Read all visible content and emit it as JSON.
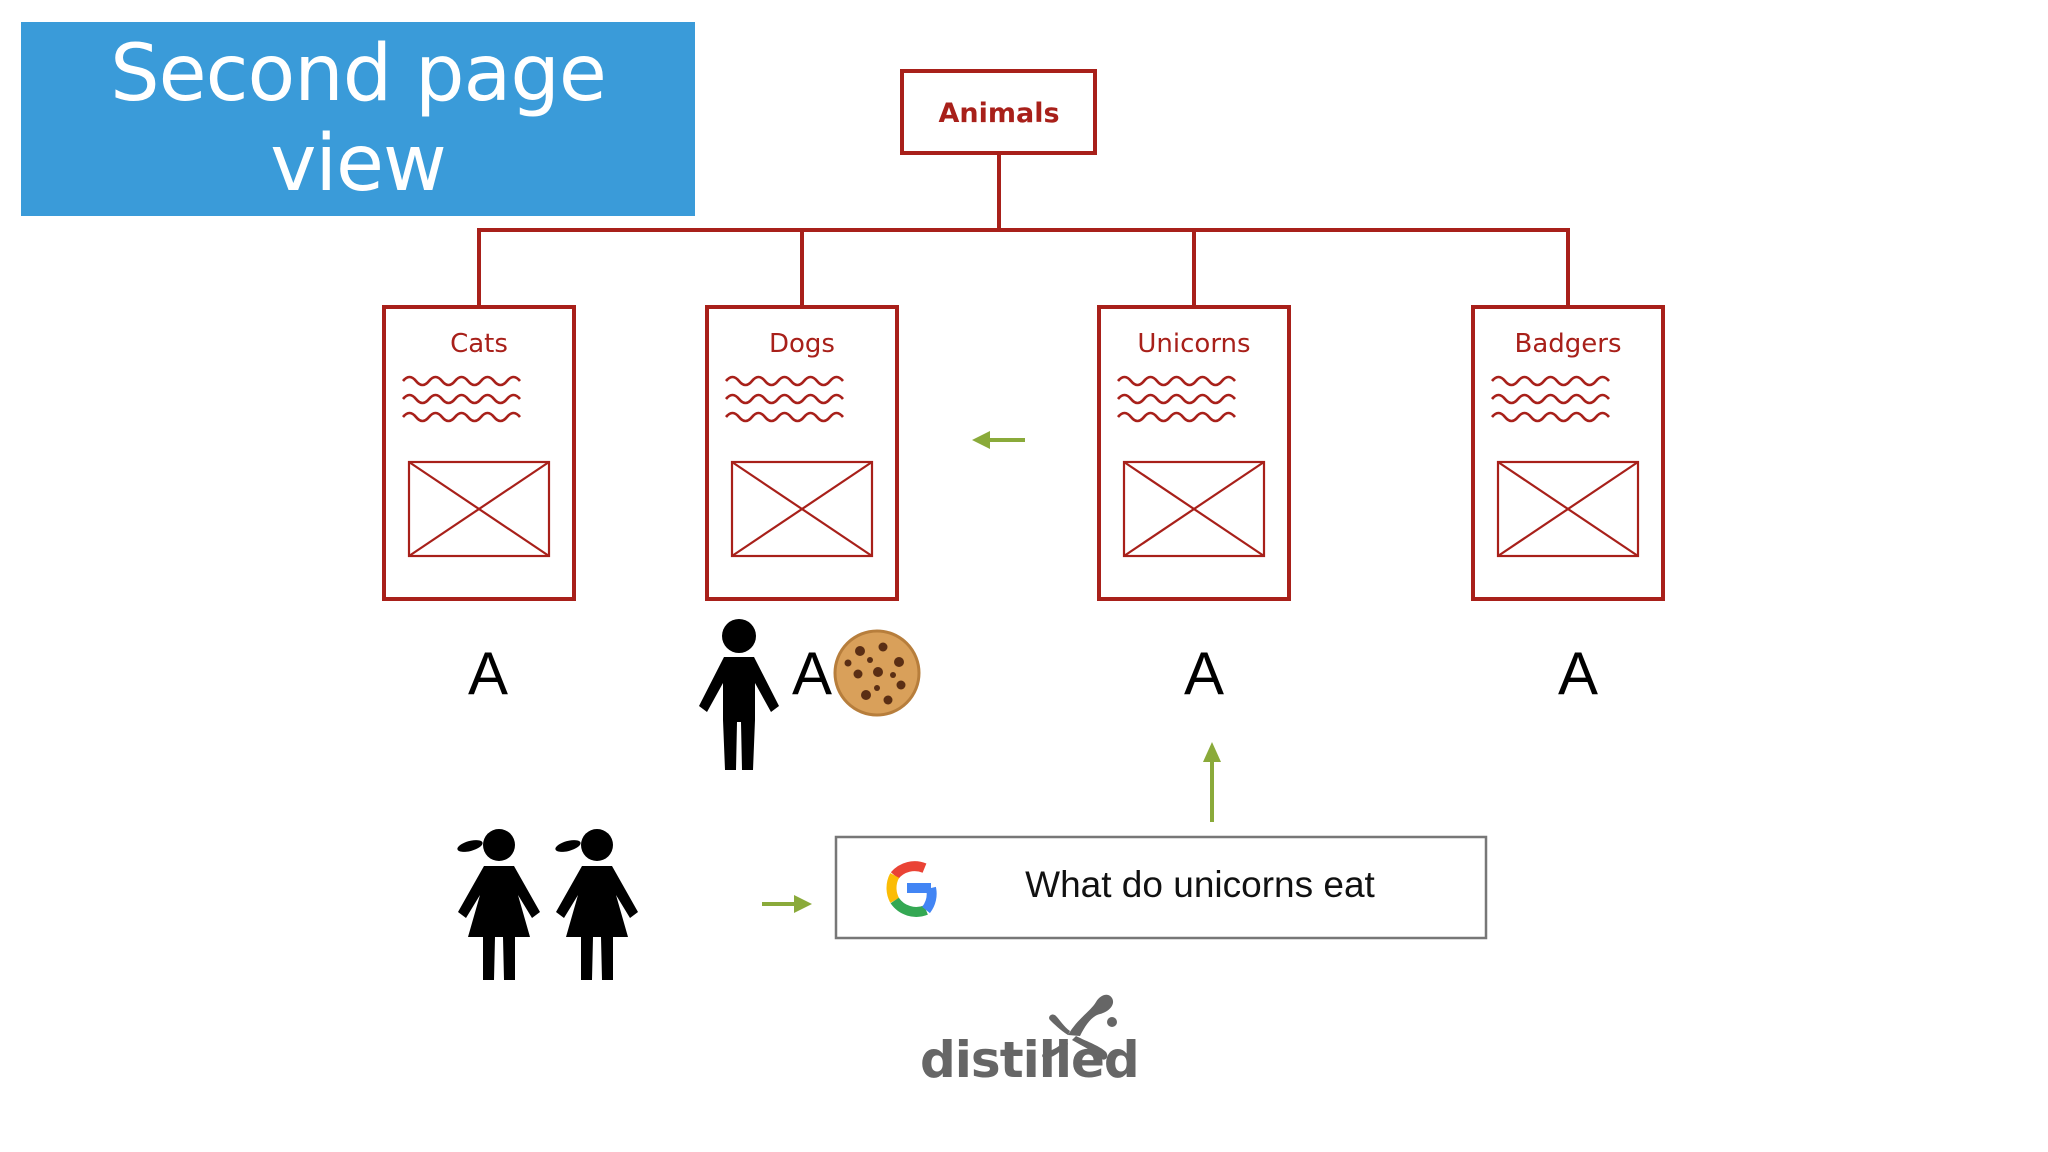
{
  "title": "Second page view",
  "root": {
    "label": "Animals"
  },
  "pages": [
    {
      "label": "Cats",
      "marker": "A"
    },
    {
      "label": "Dogs",
      "marker": "A"
    },
    {
      "label": "Unicorns",
      "marker": "A"
    },
    {
      "label": "Badgers",
      "marker": "A"
    }
  ],
  "search": {
    "query": "What do unicorns eat"
  },
  "logo": {
    "text": "distilled"
  },
  "colors": {
    "banner": "#3a9bd9",
    "tree": "#a8201a",
    "arrow": "#8aaa3a",
    "cookie": "#d9a05a"
  },
  "icons": [
    "person-icon",
    "cookie-icon",
    "girl-icon",
    "google-g-icon",
    "arrow-left-icon",
    "arrow-right-icon",
    "arrow-up-icon",
    "distilled-splash-icon"
  ]
}
